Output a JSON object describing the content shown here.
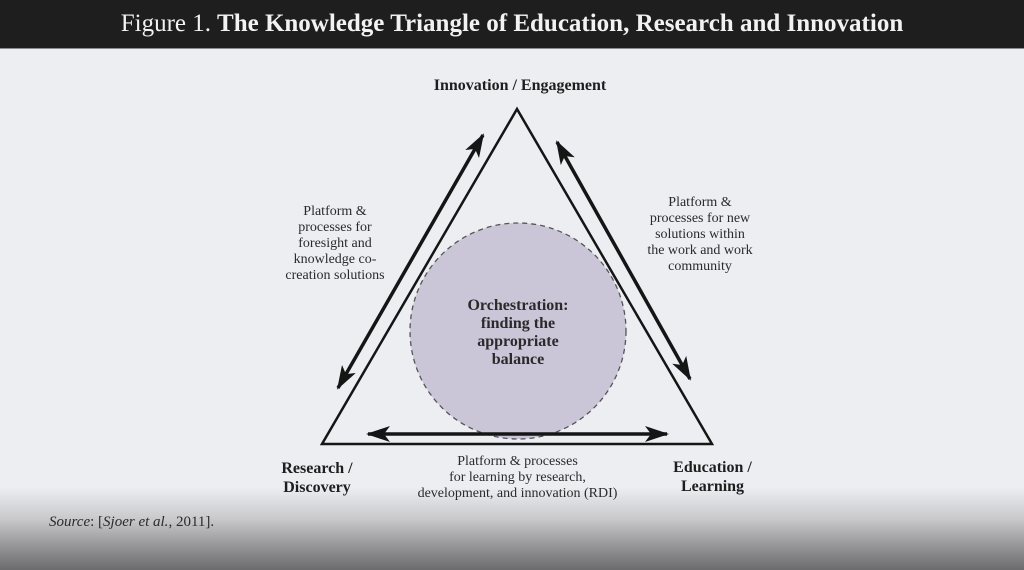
{
  "figure": {
    "number_label": "Figure 1.",
    "title": "The Knowledge Triangle of Education, Research and Innovation"
  },
  "vertices": {
    "top": "Innovation / Engagement",
    "bottom_left_line1": "Research /",
    "bottom_left_line2": "Discovery",
    "bottom_right_line1": "Education /",
    "bottom_right_line2": "Learning"
  },
  "edges": {
    "left": [
      "Platform &",
      "processes for",
      "foresight and",
      "knowledge co-",
      "creation solutions"
    ],
    "right": [
      "Platform &",
      "processes for new",
      "solutions within",
      "the work and work",
      "community"
    ],
    "bottom": [
      "Platform & processes",
      "for learning by research,",
      "development, and innovation (RDI)"
    ]
  },
  "center": [
    "Orchestration:",
    "finding the",
    "appropriate",
    "balance"
  ],
  "source": {
    "label": "Source",
    "separator": ": [",
    "authors": "Sjoer et al.",
    "year": ", 2011]."
  },
  "colors": {
    "title_bar": "#1f1e1e",
    "background": "#eceef2",
    "circle_fill": "#cac6d8",
    "stroke": "#151515"
  }
}
